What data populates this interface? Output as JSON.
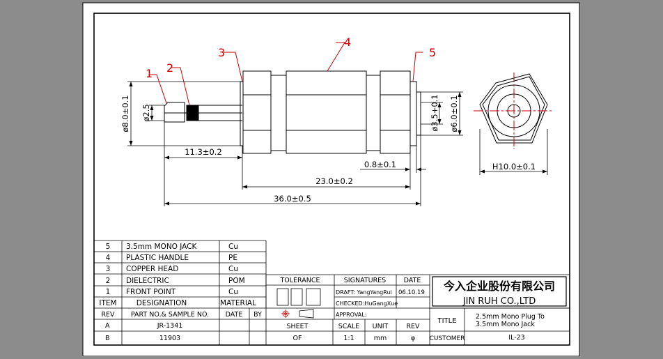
{
  "colors": {
    "background": "#8c8c8c",
    "sheet": "#ffffff",
    "ink": "#000000",
    "callout": "#cc0000"
  },
  "callouts": [
    "1",
    "2",
    "3",
    "4",
    "5"
  ],
  "dimensions": {
    "plug_head_dia": "ø2.5",
    "body_dia": "ø8.0±0.1",
    "plug_length": "11.3±0.2",
    "thread_gap": "0.8±0.1",
    "body_length": "23.0±0.2",
    "total_length": "36.0±0.5",
    "jack_inner_dia": "ø3.5+0.1",
    "jack_outer_dia": "ø6.0±0.1",
    "hex_size": "H10.0±0.1"
  },
  "bom": {
    "rows": [
      {
        "item": "5",
        "designation": "3.5mm  MONO  JACK",
        "material": "Cu"
      },
      {
        "item": "4",
        "designation": "PLASTIC  HANDLE",
        "material": "PE"
      },
      {
        "item": "3",
        "designation": "COPPER  HEAD",
        "material": "Cu"
      },
      {
        "item": "2",
        "designation": "DIELECTRIC",
        "material": "POM"
      },
      {
        "item": "1",
        "designation": "FRONT  POINT",
        "material": "Cu"
      }
    ],
    "header": {
      "item": "ITEM",
      "designation": "DESIGNATION",
      "material": "MATERIAL"
    }
  },
  "revision": {
    "header": {
      "rev": "REV",
      "part": "PART NO.& SAMPLE NO.",
      "date": "DATE",
      "by": "BY"
    },
    "rows": [
      {
        "rev": "A",
        "part": "JR-1341"
      },
      {
        "rev": "B",
        "part": "11903"
      }
    ]
  },
  "title_block": {
    "tolerance": "TOLERANCE",
    "signatures": "SIGNATURES",
    "date": "DATE",
    "draft": "DRAFT: YangYangRui",
    "draft_date": "06.10.19",
    "checked": "CHECKED:HuGangXue",
    "approval": "APPROVAL:",
    "sheet": "SHEET",
    "sheet_value": "OF",
    "scale": "SCALE",
    "scale_value": "1:1",
    "unit": "UNIT",
    "unit_value": "mm",
    "rev": "REV",
    "rev_value": "φ",
    "company_cn": "今入企业股份有限公司",
    "company_en": "JIN  RUH  CO.,LTD",
    "title_label": "TITLE",
    "title_line1": "2.5mm Mono Plug To",
    "title_line2": "3.5mm Mono Jack",
    "customer_label": "CUSTOMER",
    "customer_value": "IL-23"
  }
}
